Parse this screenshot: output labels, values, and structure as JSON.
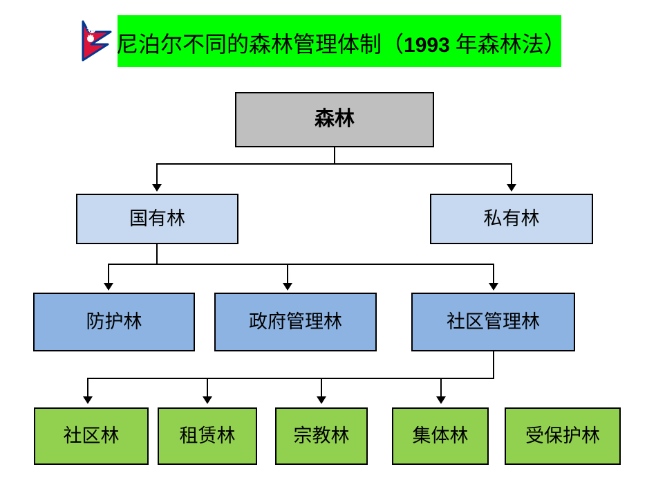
{
  "title": {
    "prefix": "尼泊尔不同的森林管理体制（",
    "year": "1993",
    "suffix": " 年森林法）",
    "full": "尼泊尔不同的森林管理体制（1993 年森林法）",
    "banner_color": "#00ff00",
    "flag_icon": "nepal-flag-icon"
  },
  "colors": {
    "root": "#bfbfbf",
    "level2": "#c6d9f0",
    "level3": "#8db3e2",
    "level4": "#92d050",
    "border": "#000000",
    "banner": "#00ff00"
  },
  "diagram": {
    "type": "hierarchy-tree",
    "root": {
      "label": "森林"
    },
    "level2": [
      {
        "label": "国有林"
      },
      {
        "label": "私有林"
      }
    ],
    "level3": [
      {
        "label": "防护林"
      },
      {
        "label": "政府管理林"
      },
      {
        "label": "社区管理林"
      }
    ],
    "level4": [
      {
        "label": "社区林"
      },
      {
        "label": "租赁林"
      },
      {
        "label": "宗教林"
      },
      {
        "label": "集体林"
      },
      {
        "label": "受保护林"
      }
    ]
  }
}
